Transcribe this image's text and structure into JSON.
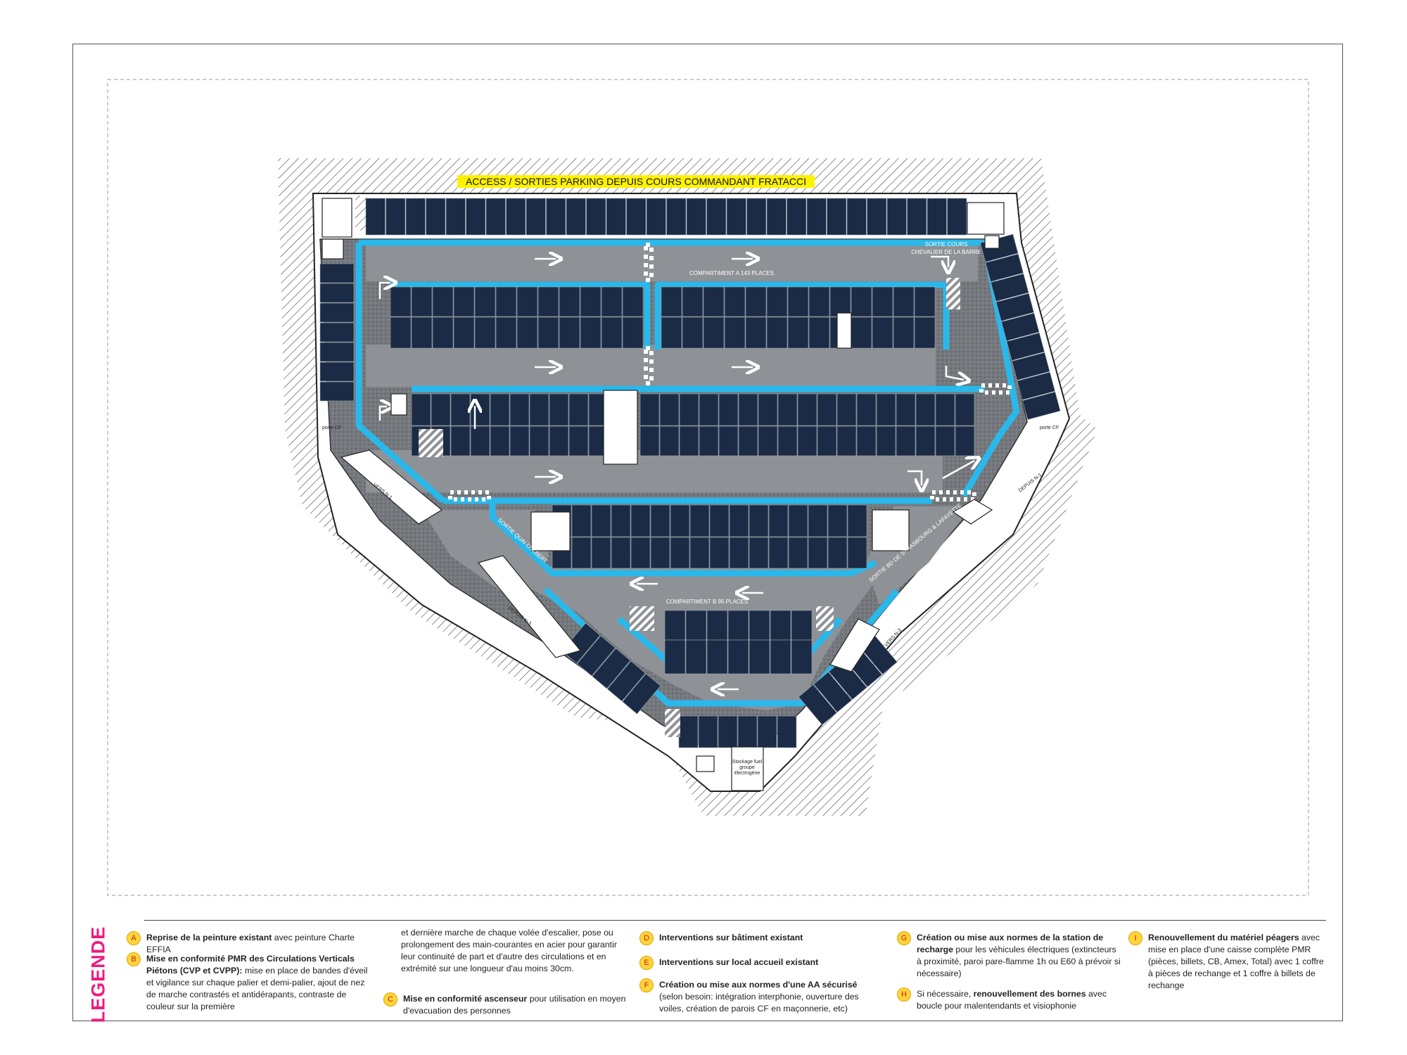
{
  "plan": {
    "banner": "ACCESS / SORTIES PARKING DEPUIS COURS COMMANDANT FRATACCI",
    "compartment_a": "COMPARTIMENT A 143 PLACES",
    "compartment_b": "COMPARTIMENT B 95 PLACES",
    "sortie_chevalier_1": "SORTIE COURS",
    "sortie_chevalier_2": "CHEVALIER DE LA BARRE",
    "sortie_quai": "SORTIE QUAI COLBERT",
    "sortie_bd": "SORTIE BD DE STRASBOURG & LAFAYETTE",
    "porte_cf_left": "porte CF",
    "porte_cf_right": "porte CF",
    "vers_n1": "VERS N-1",
    "depuis_n1": "DEPUIS N-1",
    "depuis_n3": "DEPUIS N-3",
    "vers_n3": "VERS N-3",
    "stockage_1": "Stockage fuel",
    "stockage_2": "groupe",
    "stockage_3": "électrogène",
    "colors": {
      "lane": "#2ab8ea",
      "slot": "#1b2b45",
      "asphalt": "#8e9195",
      "cobble": "#6f7377",
      "banner": "#fff200"
    }
  },
  "legend": {
    "title": "LEGENDE",
    "a": {
      "badge": "A",
      "bold": "Reprise de la peinture existant",
      "text": " avec peinture Charte EFFIA"
    },
    "b": {
      "badge": "B",
      "bold": "Mise en conformité PMR des Circulations Verticals Piétons (CVP et CVPP):",
      "text": " mise en place de bandes d'éveil et vigilance sur chaque palier et demi-palier, ajout de nez de marche contrastés et antidérapants, contraste de couleur sur la première"
    },
    "b_cont": "et dernière marche de chaque volée d'escalier, pose ou prolongement des main-courantes en acier pour garantir leur continuité de part et d'autre des circulations et en extrémité sur une longueur d'au moins 30cm.",
    "c": {
      "badge": "C",
      "bold": "Mise en conformité ascenseur",
      "text": " pour utilisation en moyen d'evacuation des personnes"
    },
    "d": {
      "badge": "D",
      "bold": "Interventions sur bâtiment existant",
      "text": ""
    },
    "e": {
      "badge": "E",
      "bold": "Interventions sur local accueil existant",
      "text": ""
    },
    "f": {
      "badge": "F",
      "bold": "Création ou mise aux normes d'une AA sécurisé",
      "text": " (selon besoin: intégration interphonie, ouverture des voiles, création de parois CF en maçonnerie, etc)"
    },
    "g": {
      "badge": "G",
      "bold": "Création ou mise aux normes de la station de recharge",
      "text": " pour les véhicules électriques (extincteurs à proximité, paroi pare-flamme 1h ou E60 à prévoir si nécessaire)"
    },
    "h": {
      "badge": "H",
      "pre": "Si nécessaire, ",
      "bold": "renouvellement des bornes",
      "text": " avec boucle pour malentendants et visiophonie"
    },
    "i": {
      "badge": "I",
      "bold": "Renouvellement du matériel péagers",
      "text": " avec mise en place d'une caisse complète PMR (pièces, billets, CB, Amex, Total) avec 1 coffre à pièces de rechange et 1 coffre à billets de rechange"
    }
  }
}
